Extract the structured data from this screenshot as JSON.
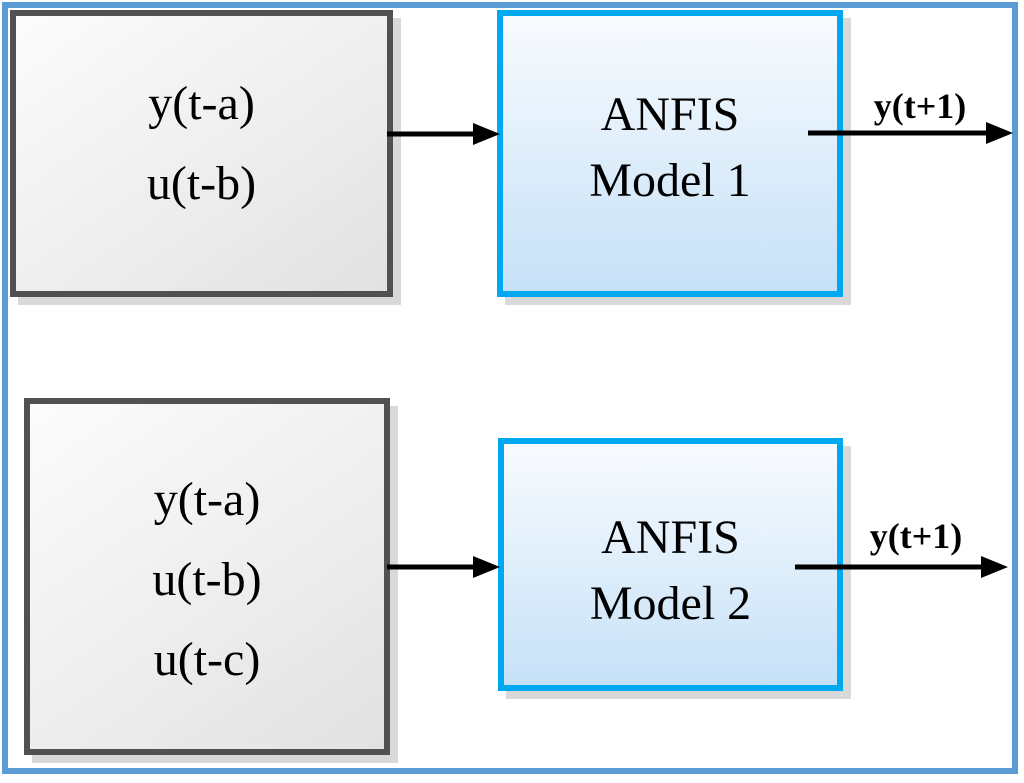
{
  "colors": {
    "frame_border": "#5b9bd5",
    "input_box_border": "#515151",
    "input_box_fill_top": "#fcfcfc",
    "input_box_fill_bottom": "#e2e2e2",
    "anfis_box_border": "#00a8f0",
    "anfis_box_fill_top": "#f8fbfe",
    "anfis_box_fill_bottom": "#c6e1f7",
    "arrow": "#000000",
    "shadow": "#d9d9d9",
    "text": "#000000"
  },
  "blocks": {
    "inputs1": {
      "lines": [
        "y(t-a)",
        "u(t-b)"
      ]
    },
    "anfis1": {
      "lines": [
        "ANFIS",
        "Model 1"
      ]
    },
    "inputs2": {
      "lines": [
        "y(t-a)",
        "u(t-b)",
        "u(t-c)"
      ]
    },
    "anfis2": {
      "lines": [
        "ANFIS",
        "Model 2"
      ]
    }
  },
  "outputs": {
    "label1": "y(t+1)",
    "label2": "y(t+1)"
  }
}
